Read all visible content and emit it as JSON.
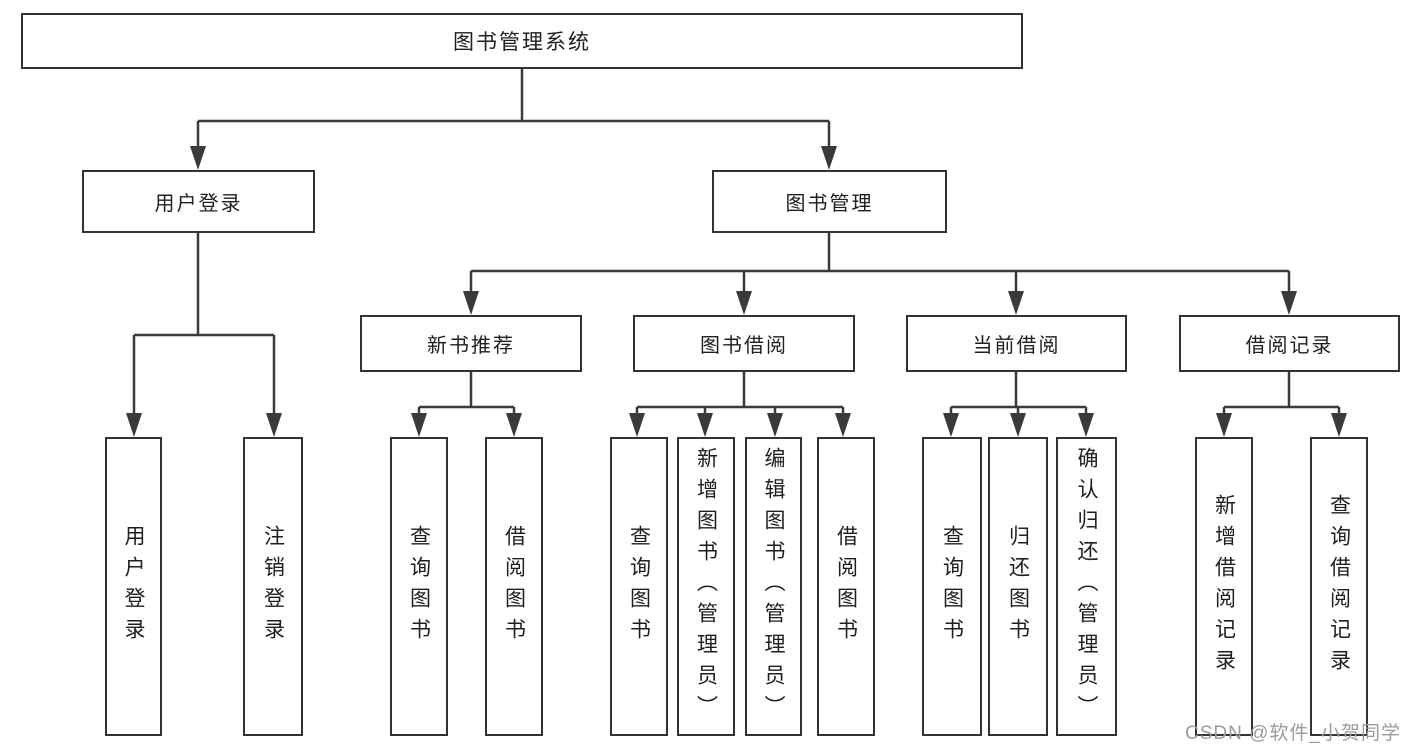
{
  "diagram": {
    "root": {
      "label": "图书管理系统"
    },
    "user_login": {
      "label": "用户登录",
      "children": {
        "login": {
          "label": "用户登录"
        },
        "logout": {
          "label": "注销登录"
        }
      }
    },
    "book_mgmt": {
      "label": "图书管理",
      "children": {
        "new_book": {
          "label": "新书推荐",
          "children": {
            "query": {
              "label": "查询图书"
            },
            "borrow": {
              "label": "借阅图书"
            }
          }
        },
        "borrow": {
          "label": "图书借阅",
          "children": {
            "query": {
              "label": "查询图书"
            },
            "add": {
              "label": "新增图书（管理员）"
            },
            "edit": {
              "label": "编辑图书（管理员）"
            },
            "borrow": {
              "label": "借阅图书"
            }
          }
        },
        "current": {
          "label": "当前借阅",
          "children": {
            "query": {
              "label": "查询图书"
            },
            "return": {
              "label": "归还图书"
            },
            "confirm": {
              "label": "确认归还（管理员）"
            }
          }
        },
        "record": {
          "label": "借阅记录",
          "children": {
            "add": {
              "label": "新增借阅记录"
            },
            "query": {
              "label": "查询借阅记录"
            }
          }
        }
      }
    }
  },
  "colors": {
    "line": "#3a3a3a",
    "border": "#333333",
    "text": "#1f1f1f",
    "watermark": "#9b9b9b"
  },
  "watermark": {
    "text": "CSDN @软件_小贺同学"
  }
}
